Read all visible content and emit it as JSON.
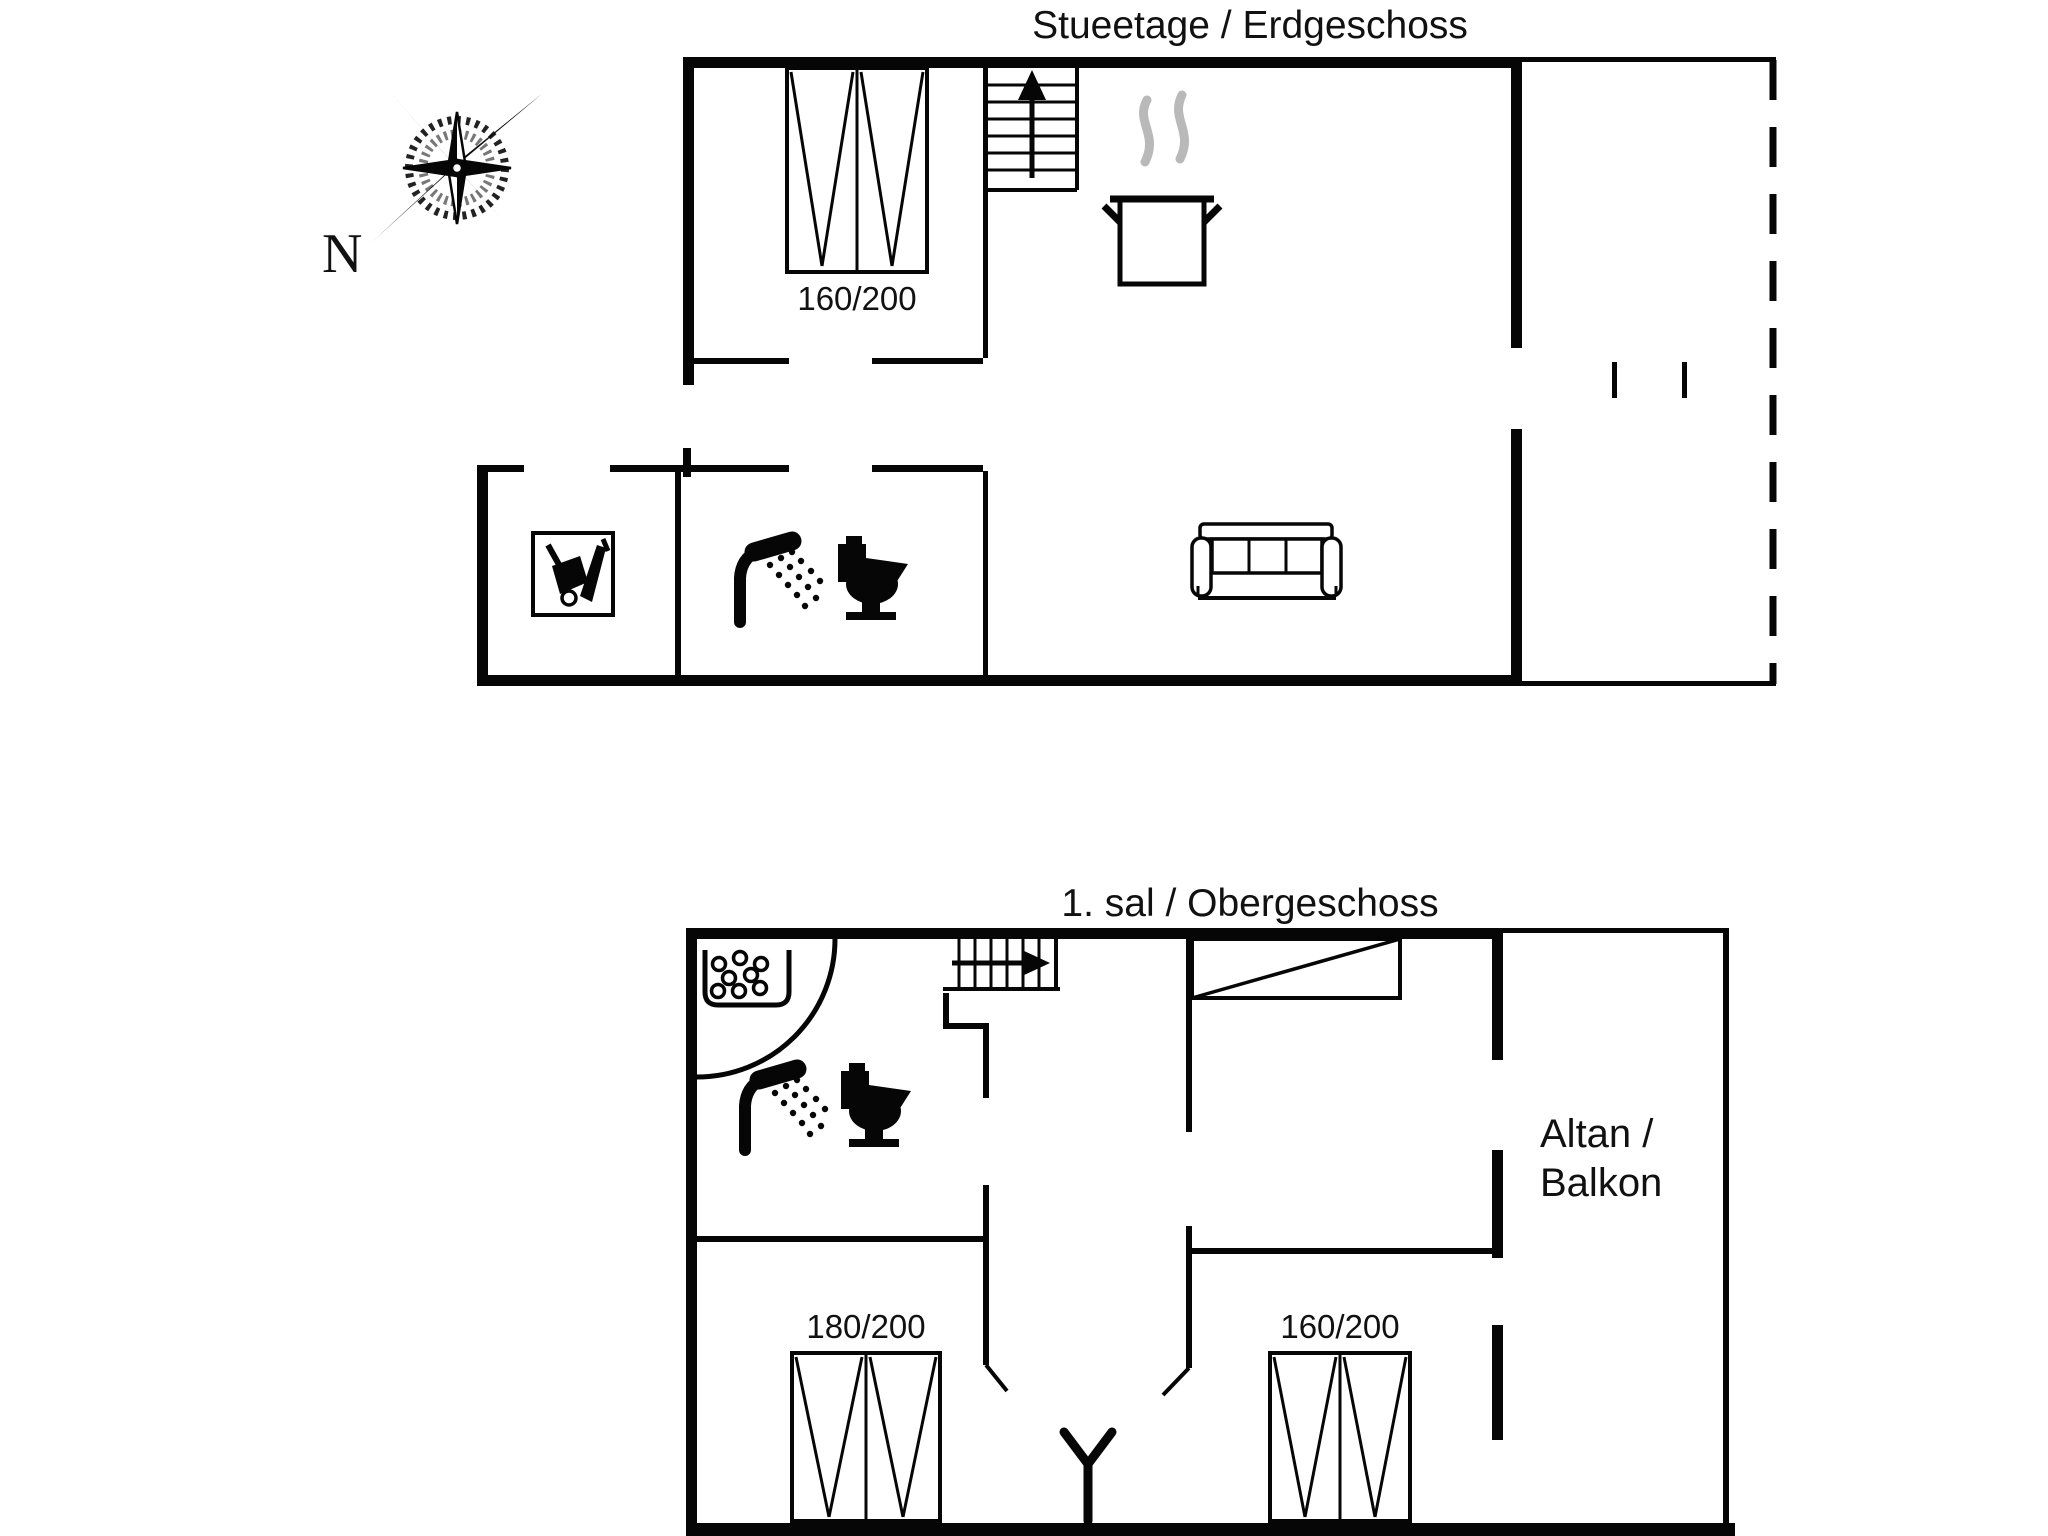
{
  "ground_floor": {
    "title": "Stueetage / Erdgeschoss",
    "bed_label": "160/200",
    "icons": [
      "compass-rose",
      "staircase-up-arrow",
      "cooking-pot-with-steam",
      "sofa",
      "cleaning-utility-box",
      "hand-shower",
      "toilet"
    ]
  },
  "first_floor": {
    "title": "1. sal / Obergeschoss",
    "left_bed_label": "180/200",
    "right_bed_label": "160/200",
    "balcony_label": {
      "line1": "Altan /",
      "line2": "Balkon"
    },
    "icons": [
      "whirlpool-tub",
      "staircase-right-arrow",
      "door-swing-arc",
      "sloped-ceiling-void",
      "hand-shower",
      "toilet",
      "tv-antenna"
    ]
  },
  "compass": {
    "north_label": "N"
  },
  "colors": {
    "line": "#060606",
    "steam": "#b9b9b9",
    "text": "#111111",
    "background": "#ffffff"
  }
}
